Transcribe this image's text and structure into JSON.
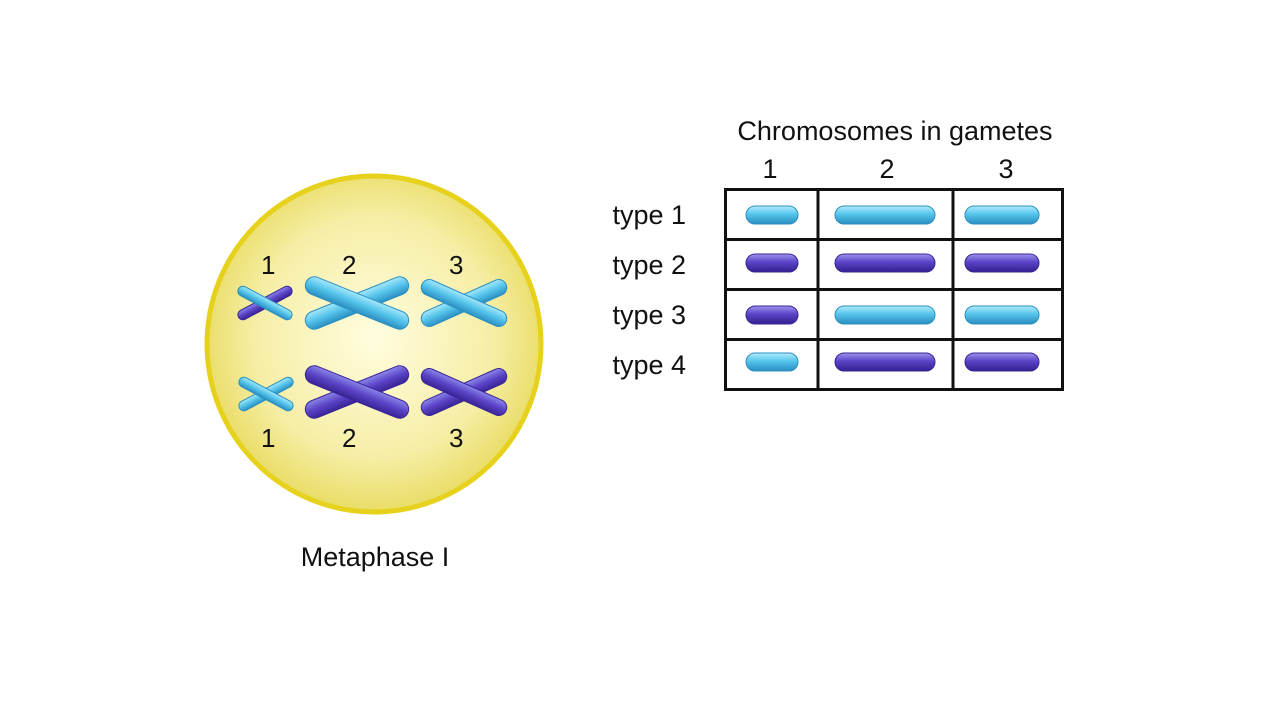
{
  "cell": {
    "caption": "Metaphase I",
    "top_labels": [
      "1",
      "2",
      "3"
    ],
    "bottom_labels": [
      "1",
      "2",
      "3"
    ]
  },
  "table": {
    "title": "Chromosomes in gametes",
    "columns": [
      "1",
      "2",
      "3"
    ],
    "rows": [
      {
        "label": "type 1",
        "cells": [
          "light",
          "light",
          "light"
        ]
      },
      {
        "label": "type 2",
        "cells": [
          "dark",
          "dark",
          "dark"
        ]
      },
      {
        "label": "type 3",
        "cells": [
          "dark",
          "light",
          "light"
        ]
      },
      {
        "label": "type 4",
        "cells": [
          "light",
          "dark",
          "dark"
        ]
      }
    ]
  },
  "colors": {
    "light": "#4ec3e8",
    "dark": "#5b3fc4",
    "cell_fill": "#f4ec9a",
    "cell_border": "#e6d21c"
  }
}
